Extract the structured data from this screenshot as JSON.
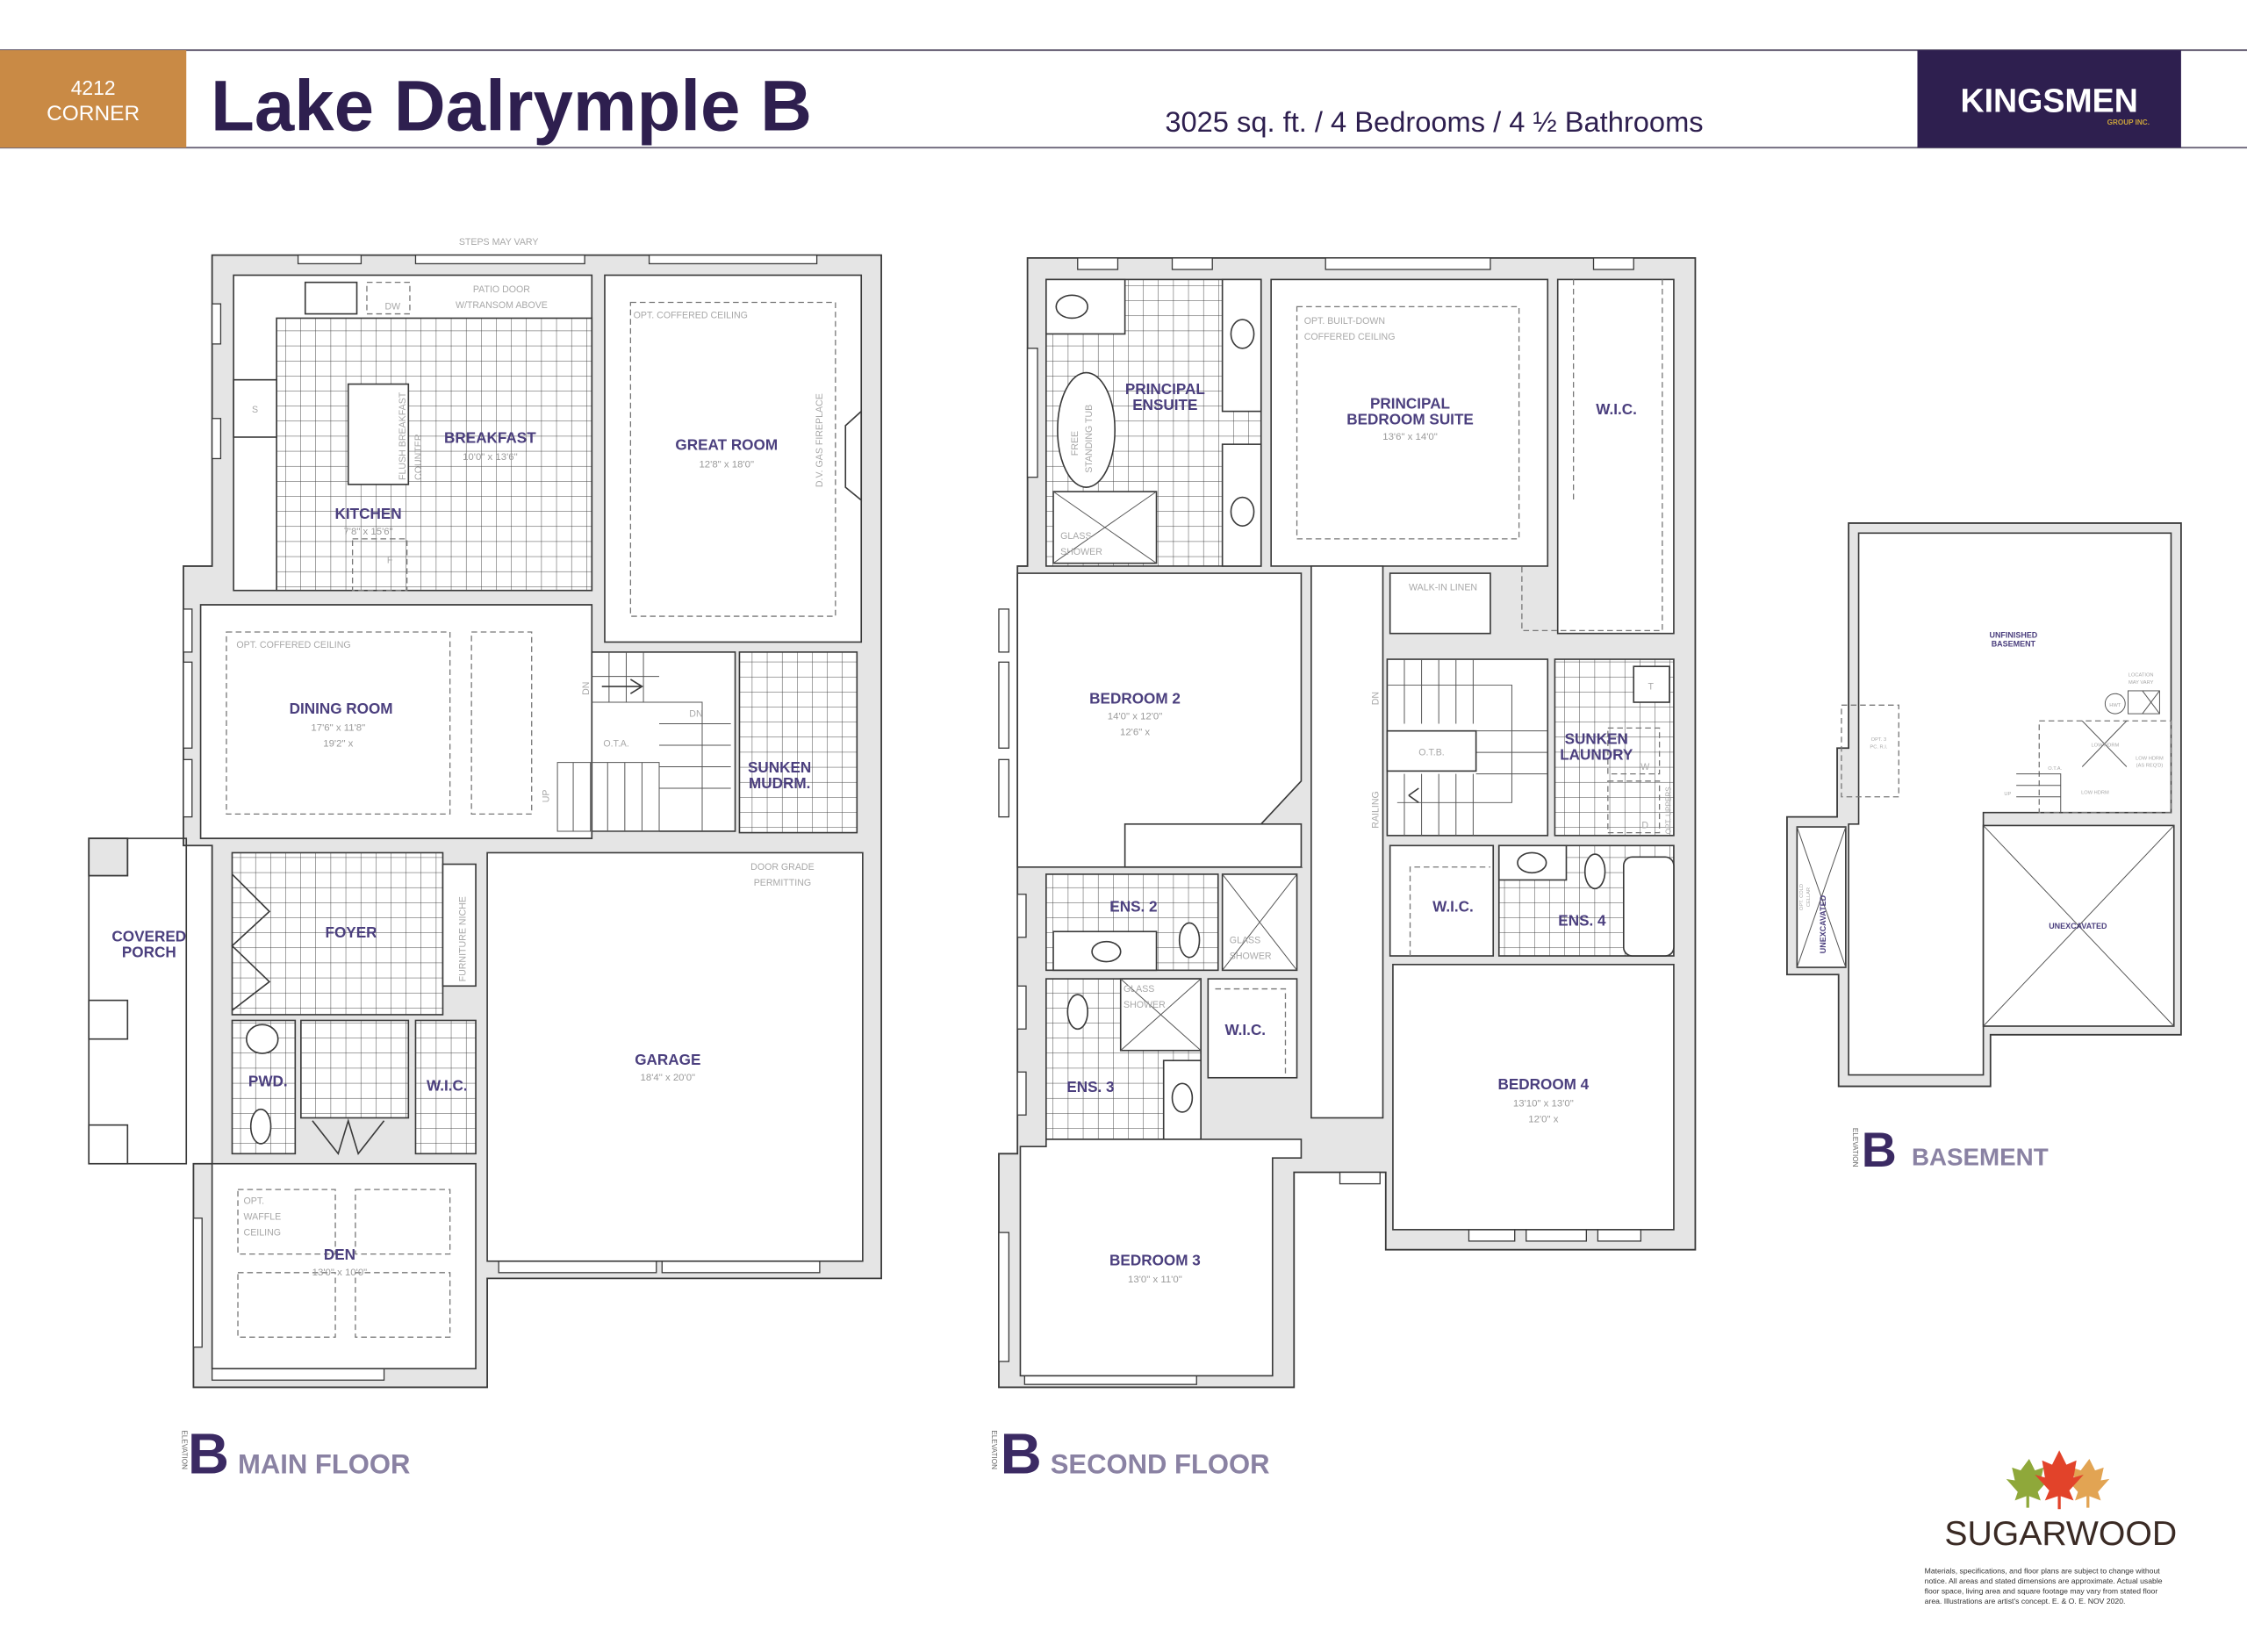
{
  "header": {
    "lot_number": "4212",
    "lot_type": "CORNER",
    "title": "Lake Dalrymple B",
    "summary": "3025 sq. ft. / 4 Bedrooms / 4 ½ Bathrooms",
    "builder_logo": "KINGSMEN",
    "builder_sub": "GROUP INC.",
    "colors": {
      "accent_orange": "#c98a45",
      "brand_purple": "#2e1f4f",
      "room_label": "#4b3f7e"
    }
  },
  "main_floor": {
    "elevation_word": "ELEVATION",
    "elevation": "B",
    "label": "MAIN FLOOR",
    "rooms": {
      "kitchen": {
        "name": "KITCHEN",
        "dims": "7'8\" x 15'6\""
      },
      "breakfast": {
        "name": "BREAKFAST",
        "dims": "10'0\" x 13'6\""
      },
      "great_room": {
        "name": "GREAT ROOM",
        "dims": "12'8\" x 18'0\""
      },
      "dining_room": {
        "name": "DINING ROOM",
        "dims": "17'6\" x 11'8\"",
        "dims_alt": "19'2\" x"
      },
      "sunken_mudroom": {
        "name_line1": "SUNKEN",
        "name_line2": "MUDRM."
      },
      "covered_porch": {
        "name_line1": "COVERED",
        "name_line2": "PORCH"
      },
      "foyer": {
        "name": "FOYER"
      },
      "powder": {
        "name": "PWD."
      },
      "wic": {
        "name": "W.I.C."
      },
      "garage": {
        "name": "GARAGE",
        "dims": "18'4\" x 20'0\""
      },
      "den": {
        "name": "DEN",
        "dims": "13'0\" x 10'0\""
      }
    },
    "notes": {
      "steps": "STEPS MAY VARY",
      "patio_line1": "PATIO DOOR",
      "patio_line2": "W/TRANSOM ABOVE",
      "dishwasher": "DW",
      "coffered_great": "OPT. COFFERED CEILING",
      "fireplace": "D.V. GAS FIREPLACE",
      "flush_line1": "FLUSH BREAKFAST",
      "flush_line2": "COUNTER",
      "fridge": "F",
      "stove": "S",
      "coffered_dining": "OPT. COFFERED CEILING",
      "dn_1": "DN",
      "dn_2": "DN",
      "up": "UP",
      "ota": "O.T.A.",
      "door_grade_line1": "DOOR GRADE",
      "door_grade_line2": "PERMITTING",
      "niche": "FURNITURE NICHE",
      "waffle_line1": "OPT.",
      "waffle_line2": "WAFFLE",
      "waffle_line3": "CEILING"
    }
  },
  "second_floor": {
    "elevation_word": "ELEVATION",
    "elevation": "B",
    "label": "SECOND FLOOR",
    "rooms": {
      "principal_ensuite": {
        "name_line1": "PRINCIPAL",
        "name_line2": "ENSUITE"
      },
      "principal_suite": {
        "name_line1": "PRINCIPAL",
        "name_line2": "BEDROOM SUITE",
        "dims": "13'6\" x 14'0\""
      },
      "principal_wic": {
        "name": "W.I.C."
      },
      "bedroom2": {
        "name": "BEDROOM 2",
        "dims": "14'0\" x 12'0\"",
        "dims_alt": "12'6\" x"
      },
      "laundry": {
        "name_line1": "SUNKEN",
        "name_line2": "LAUNDRY"
      },
      "ens2": {
        "name": "ENS. 2"
      },
      "ens3": {
        "name": "ENS. 3"
      },
      "ens4": {
        "name": "ENS. 4"
      },
      "wic3": {
        "name": "W.I.C."
      },
      "wic4": {
        "name": "W.I.C."
      },
      "bedroom4": {
        "name": "BEDROOM 4",
        "dims": "13'10\" x 13'0\"",
        "dims_alt": "12'0\" x"
      },
      "bedroom3": {
        "name": "BEDROOM 3",
        "dims": "13'0\" x 11'0\""
      }
    },
    "notes": {
      "coffered_line1": "OPT. BUILT-DOWN",
      "coffered_line2": "COFFERED CEILING",
      "tub_line1": "FREE",
      "tub_line2": "STANDING TUB",
      "glass_shower_1a": "GLASS",
      "glass_shower_1b": "SHOWER",
      "glass_shower_2a": "GLASS",
      "glass_shower_2b": "SHOWER",
      "glass_shower_3a": "GLASS",
      "glass_shower_3b": "SHOWER",
      "linen": "WALK-IN LINEN",
      "dn": "DN",
      "railing": "RAILING",
      "otb": "O.T.B.",
      "washer": "W",
      "dryer": "D",
      "tub": "T",
      "uppers": "OPT. UPPERS"
    }
  },
  "basement": {
    "elevation_word": "ELEVATION",
    "elevation": "B",
    "label": "BASEMENT",
    "rooms": {
      "unfinished_line1": "UNFINISHED",
      "unfinished_line2": "BASEMENT",
      "unexcavated_main": "UNEXCAVATED",
      "unexcavated_side": "UNEXCAVATED"
    },
    "notes": {
      "location_line1": "LOCATION",
      "location_line2": "MAY VARY",
      "hwt": "HWT",
      "rough_in_line1": "OPT. 3",
      "rough_in_line2": "PC. R.I.",
      "lowhdrm_1": "LOW HDRM",
      "lowhdrm_2": "LOW HDRM",
      "lowhdrm_3_line1": "LOW HDRM",
      "lowhdrm_3_line2": "(AS REQ'D)",
      "ota": "O.T.A.",
      "up": "UP",
      "cold_cellar_line1": "OPT. COLD",
      "cold_cellar_line2": "CELLAR"
    }
  },
  "brand": {
    "community": "SUGARWOOD",
    "disclaimer_lines": [
      "Materials, specifications, and floor plans are subject to change without",
      "notice. All areas and stated dimensions are approximate. Actual usable",
      "floor space, living area and square footage may vary from stated floor",
      "area. Illustrations are artist's concept. E. & O. E. NOV 2020."
    ]
  }
}
